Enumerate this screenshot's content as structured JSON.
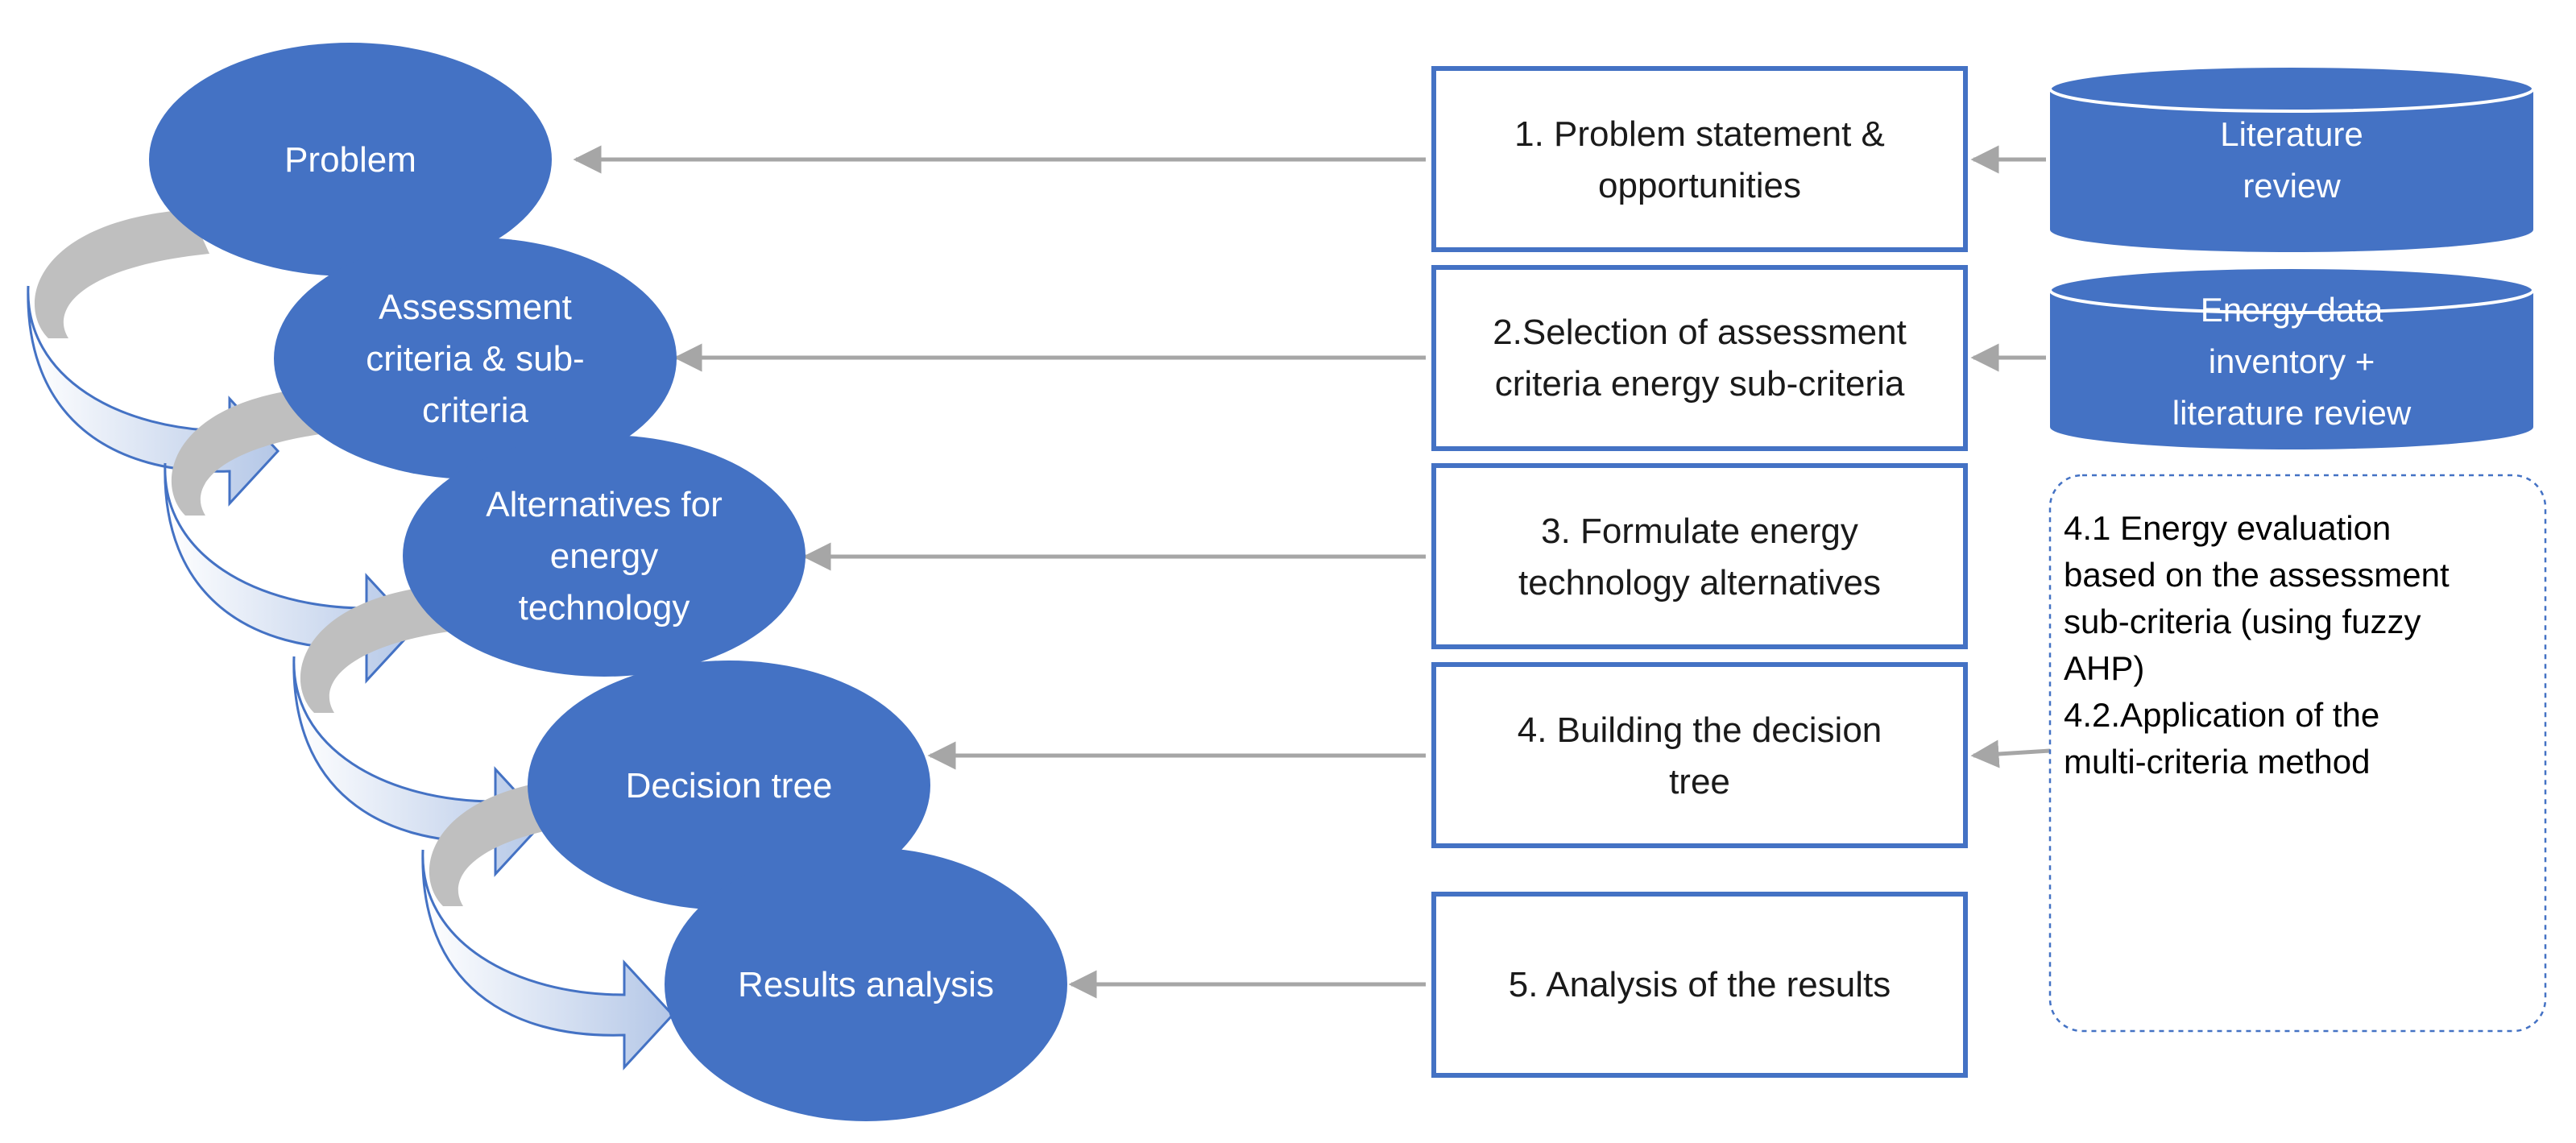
{
  "colors": {
    "ellipse_fill": "#4472c4",
    "box_border": "#4472c4",
    "cylinder_fill": "#4472c4",
    "arrow_line": "#a6a6a6",
    "curved_arrow_gray": "#bfbfbf",
    "curved_arrow_light": "#d6e0f5"
  },
  "stages": [
    {
      "lines": [
        "Problem"
      ]
    },
    {
      "lines": [
        "Assessment",
        "criteria & sub-",
        "criteria"
      ]
    },
    {
      "lines": [
        "Alternatives for",
        "energy",
        "technology"
      ]
    },
    {
      "lines": [
        "Decision tree"
      ]
    },
    {
      "lines": [
        "Results analysis"
      ]
    }
  ],
  "steps": [
    {
      "lines": [
        "1. Problem statement &",
        "opportunities"
      ]
    },
    {
      "lines": [
        "2.Selection of assessment",
        "criteria energy sub-criteria"
      ]
    },
    {
      "lines": [
        "3. Formulate energy",
        "technology alternatives"
      ]
    },
    {
      "lines": [
        "4. Building the decision",
        "tree"
      ]
    },
    {
      "lines": [
        "5. Analysis of the results"
      ]
    }
  ],
  "sources": [
    {
      "lines": [
        "Literature",
        "review"
      ]
    },
    {
      "lines": [
        "Energy data",
        "inventory +",
        "literature review"
      ]
    }
  ],
  "note": {
    "lines": [
      "4.1 Energy evaluation",
      "based on the assessment",
      "sub-criteria (using fuzzy",
      "AHP)",
      "4.2.Application of the",
      "multi-criteria method"
    ]
  }
}
